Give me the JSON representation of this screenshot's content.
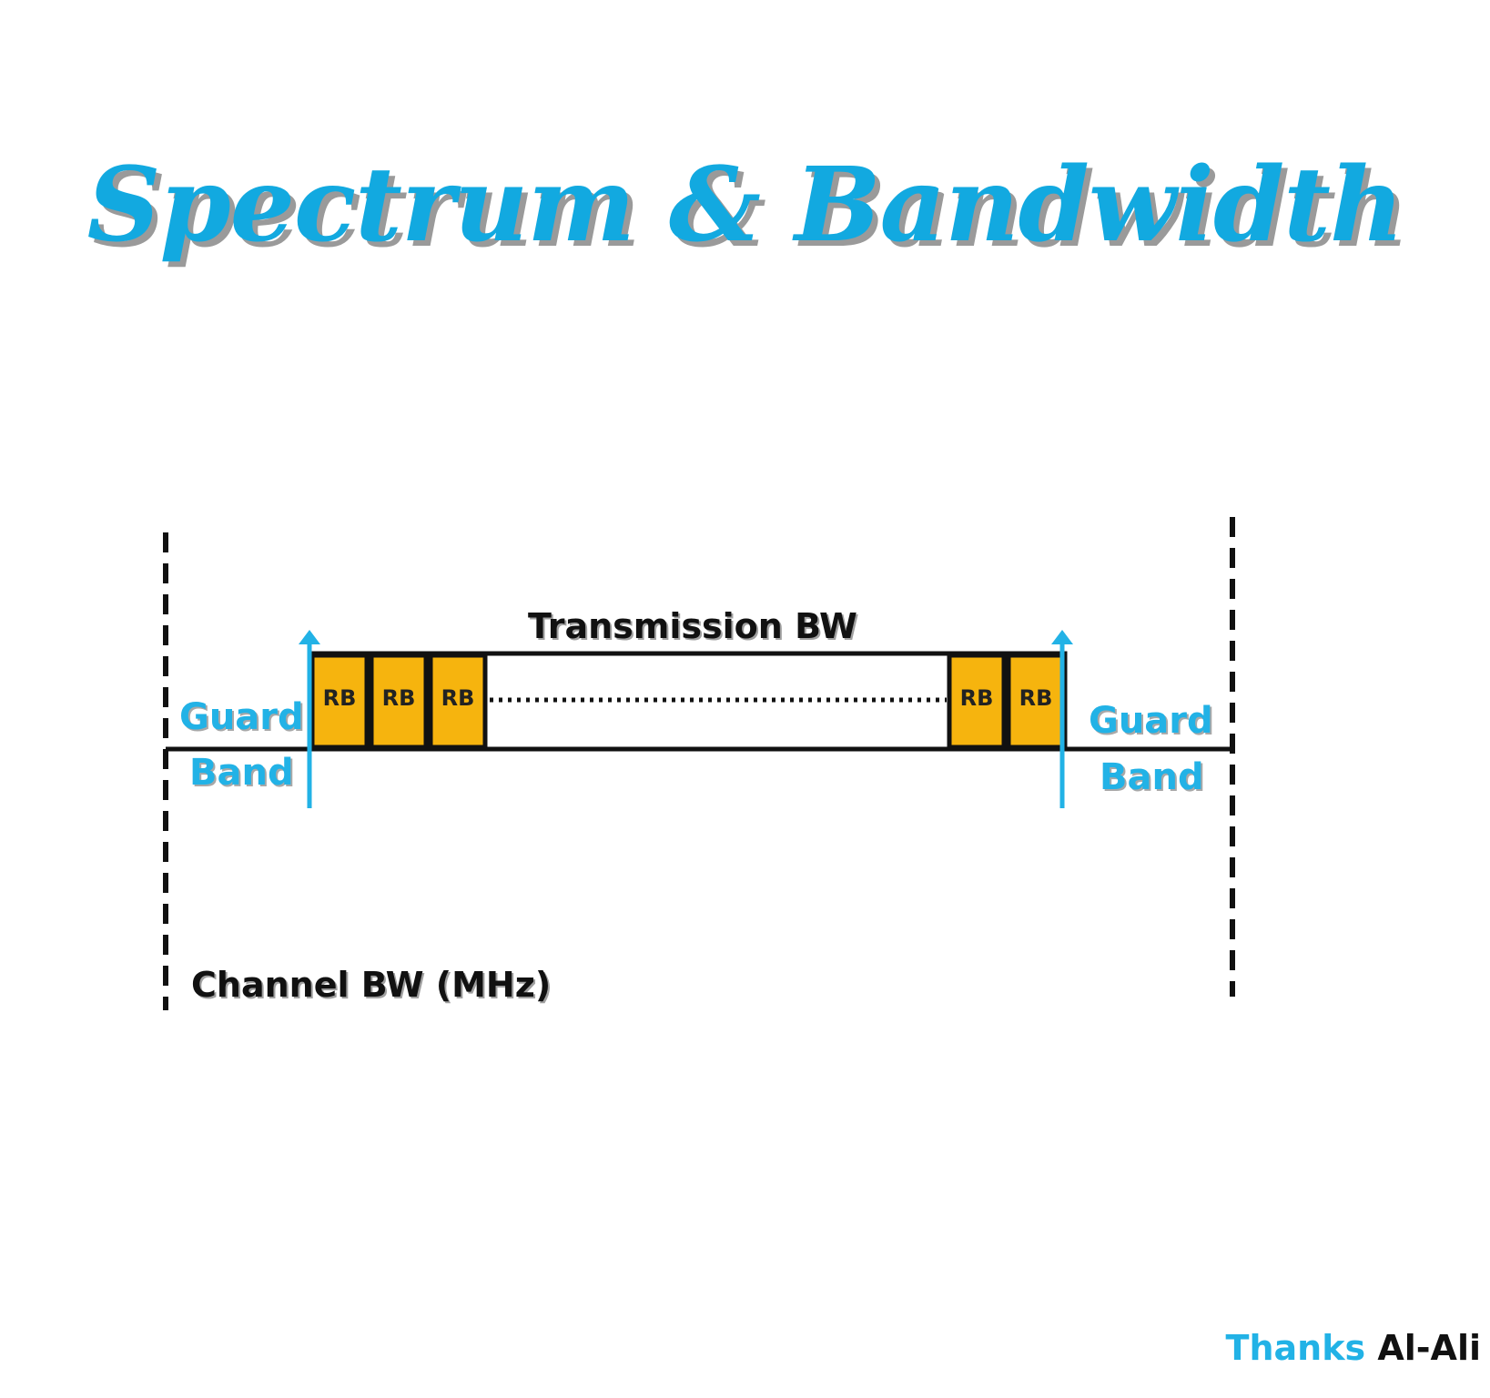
{
  "title": "Spectrum & Bandwidth",
  "labels": {
    "transmission_bw": "Transmission BW",
    "guard_left_1": "Guard",
    "guard_left_2": "Band",
    "guard_right_1": "Guard",
    "guard_right_2": "Band",
    "channel_bw": "Channel BW (MHz)"
  },
  "resource_blocks": [
    "RB",
    "RB",
    "RB",
    "RB",
    "RB"
  ],
  "footer": {
    "thanks": "Thanks",
    "name": "Al-Ali"
  },
  "colors": {
    "title": "#12a9e0",
    "guard_band": "#22b2e6",
    "resource_block": "#f6b40e",
    "arrow": "#22b2e6",
    "line": "#111111"
  }
}
